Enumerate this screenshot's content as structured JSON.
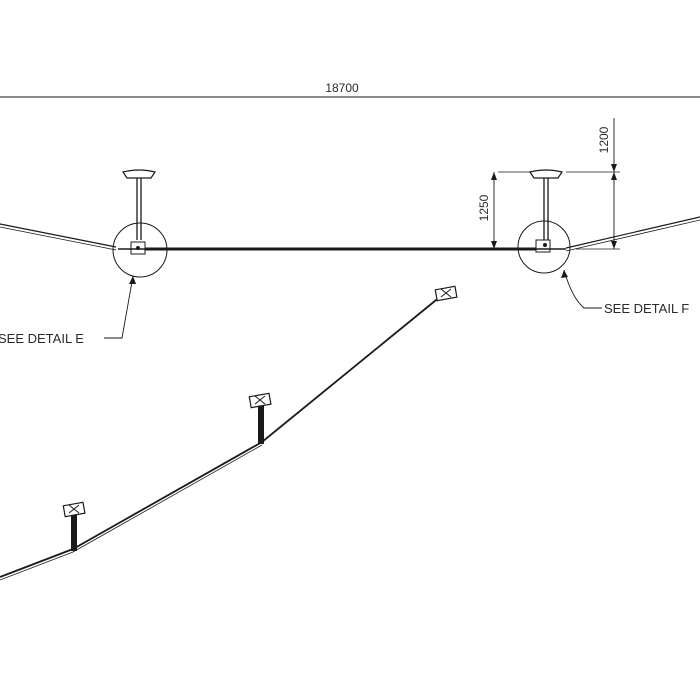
{
  "drawing": {
    "overall_dimension": "18700",
    "hanger_height_dimension": "1250",
    "drop_dimension": "1200",
    "detail_e_label": "SEE DETAIL  E",
    "detail_f_label": "SEE DETAIL  F"
  },
  "colors": {
    "line": "#1a1a1a",
    "text": "#2a2a2a",
    "background": "#ffffff"
  }
}
